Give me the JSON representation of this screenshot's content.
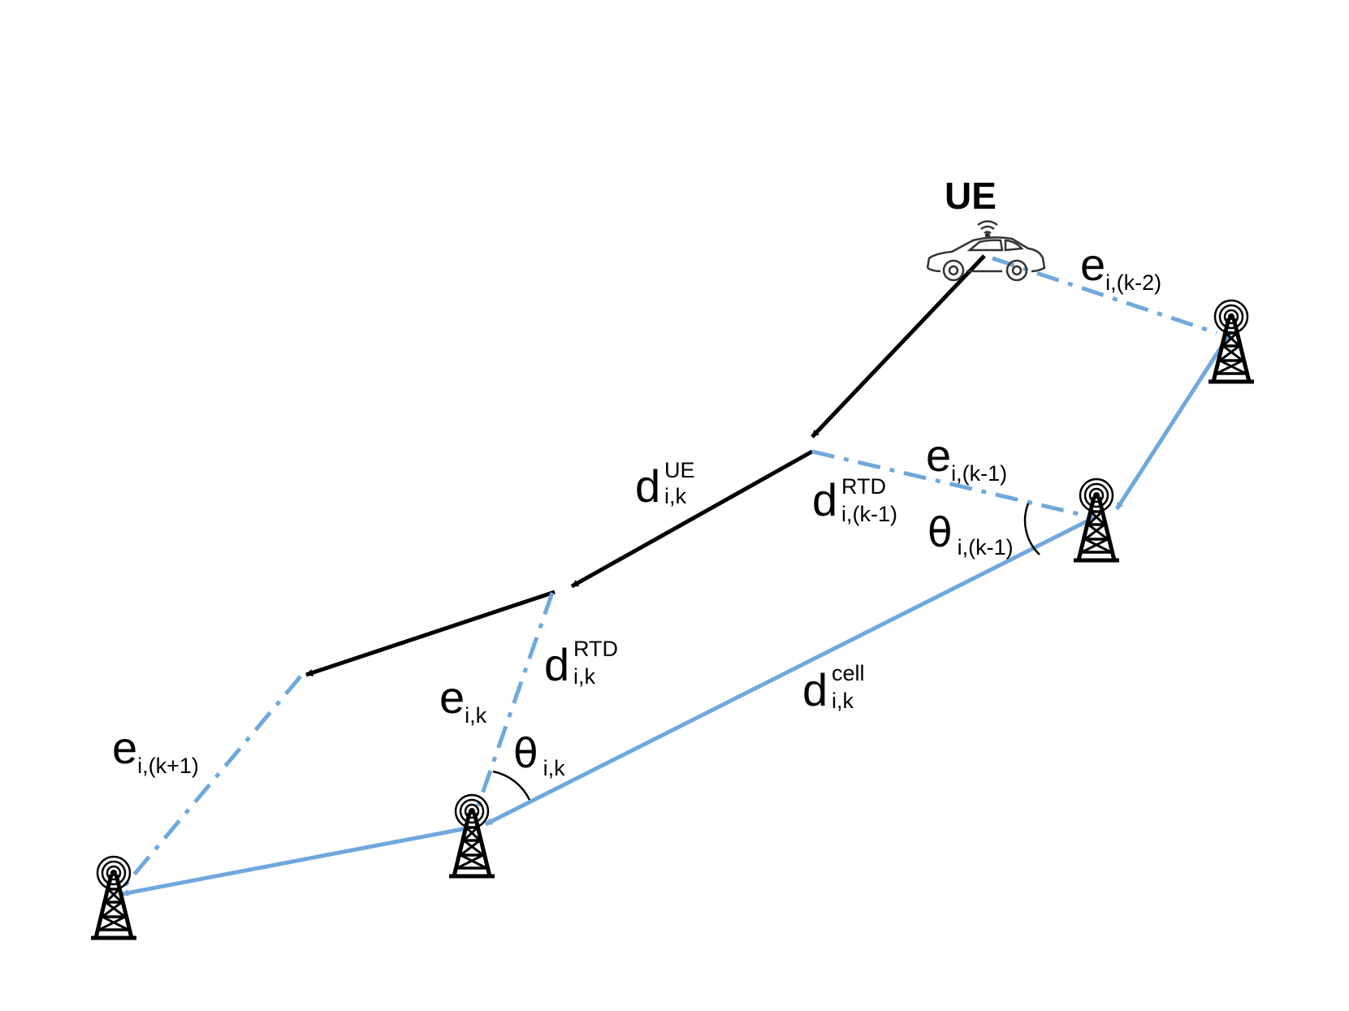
{
  "ue_label": "UE",
  "labels": {
    "e_km2": {
      "base": "e",
      "sub": "i,(k-2)"
    },
    "e_km1": {
      "base": "e",
      "sub": "i,(k-1)"
    },
    "e_k": {
      "base": "e",
      "sub": "i,k"
    },
    "e_kp1": {
      "base": "e",
      "sub": "i,(k+1)"
    },
    "d_ue": {
      "base": "d",
      "sub": "i,k",
      "sup": "UE"
    },
    "d_rtd_km1": {
      "base": "d",
      "sub": "i,(k-1)",
      "sup": "RTD"
    },
    "d_rtd_k": {
      "base": "d",
      "sub": "i,k",
      "sup": "RTD"
    },
    "d_cell": {
      "base": "d",
      "sub": "i,k",
      "sup": "cell"
    },
    "theta_km1": {
      "base": "θ",
      "sub": "i,(k-1)"
    },
    "theta_k": {
      "base": "θ",
      "sub": "i,k"
    }
  },
  "colors": {
    "ue_path": "#000000",
    "cell_path": "#6fa8dc",
    "error_line": "#6fa8dc",
    "tower": "#000000"
  },
  "icons": [
    "car-icon",
    "cell-tower-icon"
  ]
}
